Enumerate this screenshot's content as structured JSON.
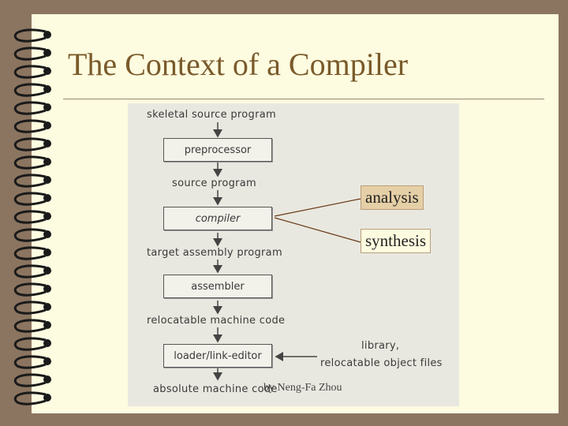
{
  "title": "The Context of a Compiler",
  "diagram": {
    "labels": {
      "skeletal": "skeletal source program",
      "source": "source program",
      "target": "target assembly program",
      "relocatable": "relocatable machine code",
      "library": "library,",
      "relocatable_files": "relocatable object files",
      "absolute": "absolute machine code"
    },
    "boxes": {
      "preprocessor": "preprocessor",
      "compiler": "compiler",
      "assembler": "assembler",
      "loader": "loader/link-editor"
    }
  },
  "callouts": {
    "analysis": "analysis",
    "synthesis": "synthesis"
  },
  "footer": "by Neng-Fa Zhou",
  "colors": {
    "background": "#8b7560",
    "page": "#fdfbe0",
    "title": "#7a5a2a",
    "analysis_fill": "#e5cfa6"
  }
}
